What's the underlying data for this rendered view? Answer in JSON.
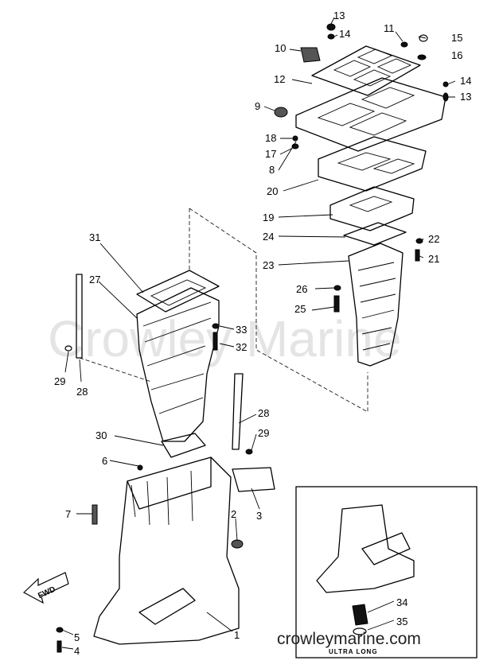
{
  "watermark": "Crowley Marine",
  "footer_url": "crowleymarine.com",
  "direction_label": "FWD",
  "inset_label": "ULTRA LONG",
  "part_callouts": [
    {
      "id": "c13a",
      "text": "13"
    },
    {
      "id": "c14a",
      "text": "14"
    },
    {
      "id": "c11",
      "text": "11"
    },
    {
      "id": "c15",
      "text": "15"
    },
    {
      "id": "c16",
      "text": "16"
    },
    {
      "id": "c10",
      "text": "10"
    },
    {
      "id": "c12",
      "text": "12"
    },
    {
      "id": "c14b",
      "text": "14"
    },
    {
      "id": "c13b",
      "text": "13"
    },
    {
      "id": "c9",
      "text": "9"
    },
    {
      "id": "c18",
      "text": "18"
    },
    {
      "id": "c17",
      "text": "17"
    },
    {
      "id": "c8",
      "text": "8"
    },
    {
      "id": "c20",
      "text": "20"
    },
    {
      "id": "c19",
      "text": "19"
    },
    {
      "id": "c24",
      "text": "24"
    },
    {
      "id": "c22",
      "text": "22"
    },
    {
      "id": "c21",
      "text": "21"
    },
    {
      "id": "c23",
      "text": "23"
    },
    {
      "id": "c26",
      "text": "26"
    },
    {
      "id": "c25",
      "text": "25"
    },
    {
      "id": "c31",
      "text": "31"
    },
    {
      "id": "c27",
      "text": "27"
    },
    {
      "id": "c33",
      "text": "33"
    },
    {
      "id": "c32",
      "text": "32"
    },
    {
      "id": "c29a",
      "text": "29"
    },
    {
      "id": "c28a",
      "text": "28"
    },
    {
      "id": "c28b",
      "text": "28"
    },
    {
      "id": "c30",
      "text": "30"
    },
    {
      "id": "c29b",
      "text": "29"
    },
    {
      "id": "c6",
      "text": "6"
    },
    {
      "id": "c7",
      "text": "7"
    },
    {
      "id": "c3",
      "text": "3"
    },
    {
      "id": "c2",
      "text": "2"
    },
    {
      "id": "c34",
      "text": "34"
    },
    {
      "id": "c35",
      "text": "35"
    },
    {
      "id": "c5",
      "text": "5"
    },
    {
      "id": "c4",
      "text": "4"
    },
    {
      "id": "c1",
      "text": "1"
    }
  ]
}
